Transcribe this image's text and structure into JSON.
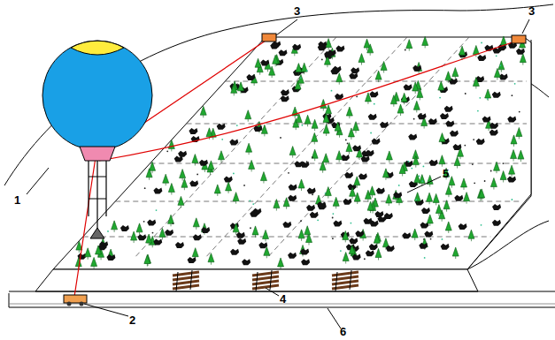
{
  "diagram": {
    "labels": [
      "3",
      "3",
      "1",
      "5",
      "2",
      "4",
      "6"
    ]
  }
}
